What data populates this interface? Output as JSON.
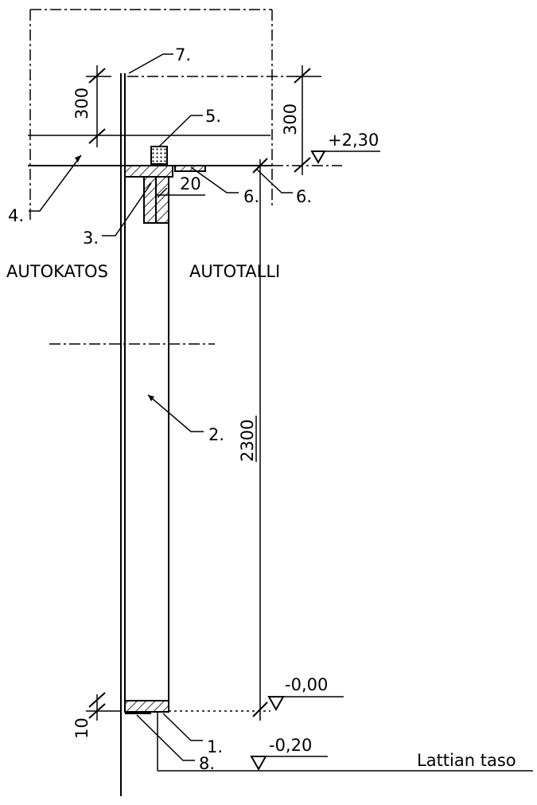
{
  "labels": {
    "callout_1": "1.",
    "callout_2": "2.",
    "callout_3": "3.",
    "callout_4": "4.",
    "callout_5": "5.",
    "callout_6a": "6.",
    "callout_6b": "6.",
    "callout_7": "7.",
    "callout_8": "8."
  },
  "rooms": {
    "left": "AUTOKATOS",
    "right": "AUTOTALLI"
  },
  "dimensions": {
    "top_left": "300",
    "top_right": "300",
    "gap": "20",
    "height": "2300",
    "bottom": "10"
  },
  "levels": {
    "top": "+2,30",
    "floor": "-0,00",
    "lower": "-0,20",
    "floor_label": "Lattian taso"
  }
}
